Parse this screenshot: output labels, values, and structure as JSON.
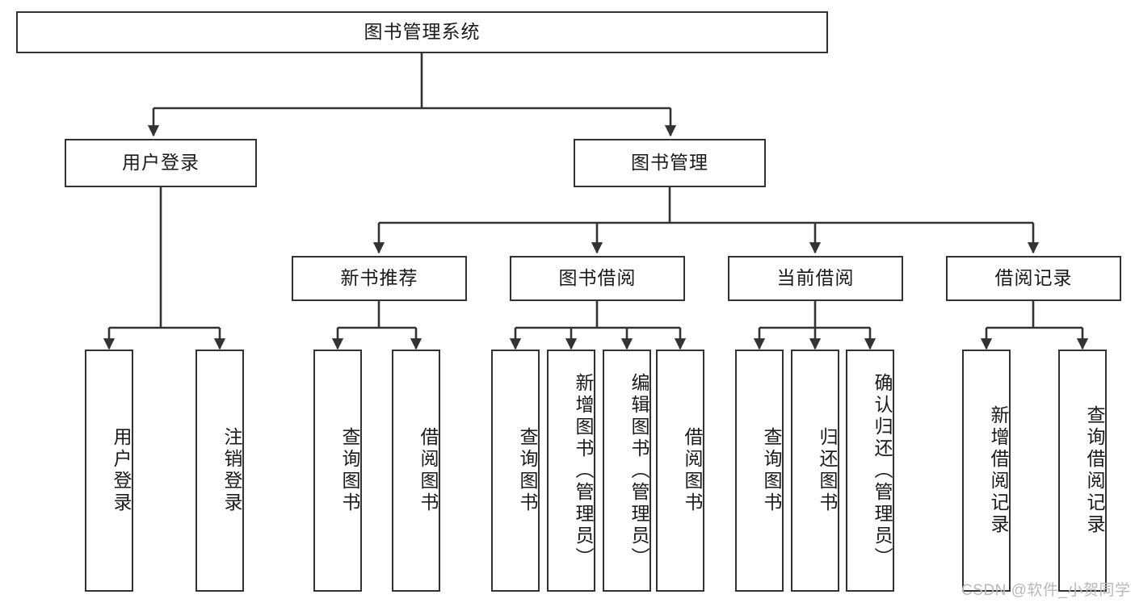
{
  "diagram": {
    "title": "图书管理系统",
    "type": "tree-hierarchy-chart",
    "root": {
      "id": "root",
      "label": "图书管理系统"
    },
    "level2": [
      {
        "id": "login",
        "label": "用户登录"
      },
      {
        "id": "bookmgmt",
        "label": "图书管理"
      }
    ],
    "level3": [
      {
        "id": "newbook",
        "label": "新书推荐",
        "parent": "bookmgmt"
      },
      {
        "id": "borrow",
        "label": "图书借阅",
        "parent": "bookmgmt"
      },
      {
        "id": "current",
        "label": "当前借阅",
        "parent": "bookmgmt"
      },
      {
        "id": "record",
        "label": "借阅记录",
        "parent": "bookmgmt"
      }
    ],
    "leaves": {
      "login": [
        {
          "id": "leaf-user-login",
          "label": "用户登录"
        },
        {
          "id": "leaf-user-logout",
          "label": "注销登录"
        }
      ],
      "newbook": [
        {
          "id": "leaf-query-book-1",
          "label": "查询图书"
        },
        {
          "id": "leaf-borrow-book-1",
          "label": "借阅图书"
        }
      ],
      "borrow": [
        {
          "id": "leaf-query-book-2",
          "label": "查询图书"
        },
        {
          "id": "leaf-add-book",
          "label": "新增图书（管理员）"
        },
        {
          "id": "leaf-edit-book",
          "label": "编辑图书（管理员）"
        },
        {
          "id": "leaf-borrow-book-2",
          "label": "借阅图书"
        }
      ],
      "current": [
        {
          "id": "leaf-query-book-3",
          "label": "查询图书"
        },
        {
          "id": "leaf-return-book",
          "label": "归还图书"
        },
        {
          "id": "leaf-confirm-return",
          "label": "确认归还（管理员）"
        }
      ],
      "record": [
        {
          "id": "leaf-add-record",
          "label": "新增借阅记录"
        },
        {
          "id": "leaf-query-record",
          "label": "查询借阅记录"
        }
      ]
    },
    "watermark": "CSDN @软件_小贺同学",
    "colors": {
      "stroke": "#333333",
      "background": "#ffffff",
      "text": "#1a1a1a",
      "watermark": "#b9b9b9"
    }
  }
}
